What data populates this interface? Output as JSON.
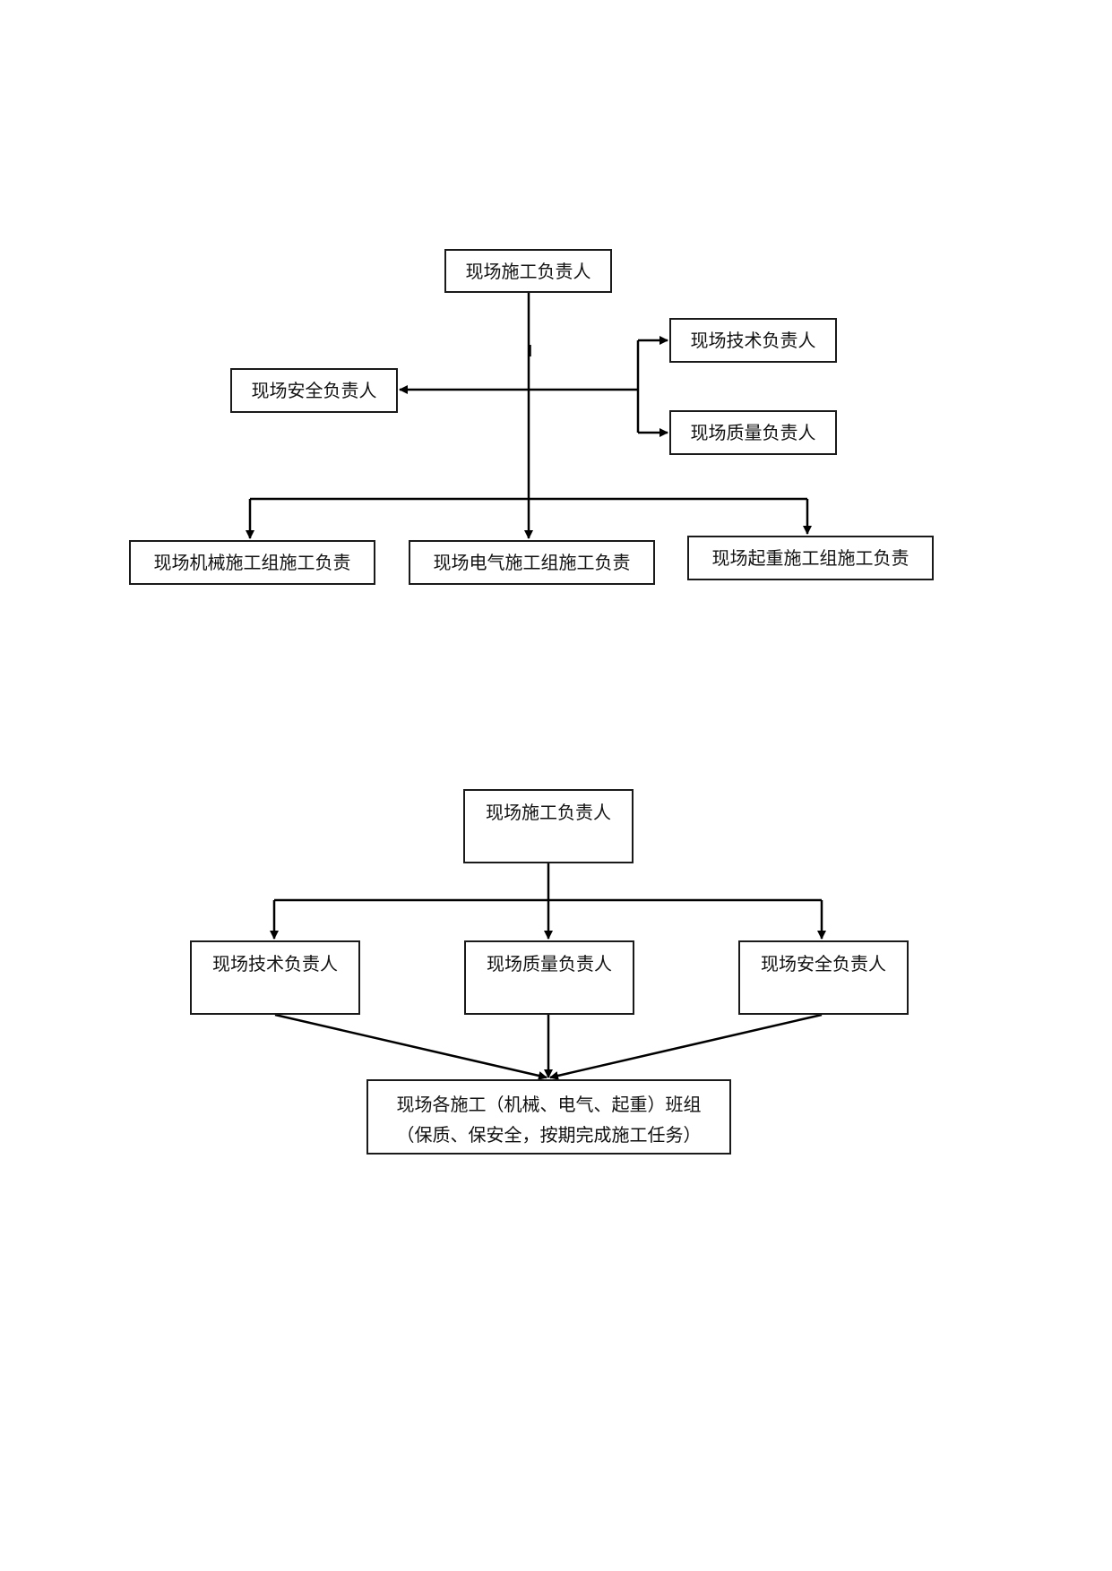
{
  "chart1": {
    "lead": "现场施工负责人",
    "tech": "现场技术负责人",
    "safety": "现场安全负责人",
    "quality": "现场质量负责人",
    "mech_group": "现场机械施工组施工负责",
    "elec_group": "现场电气施工组施工负责",
    "lift_group": "现场起重施工组施工负责"
  },
  "chart2": {
    "lead": "现场施工负责人",
    "tech": "现场技术负责人",
    "quality": "现场质量负责人",
    "safety": "现场安全负责人",
    "crews_line1": "现场各施工（机械、电气、起重）班组",
    "crews_line2": "（保质、保安全，按期完成施工任务）"
  },
  "colors": {
    "line": "#000000",
    "box_border": "#1a1a1a",
    "text": "#111111",
    "background": "#ffffff"
  }
}
